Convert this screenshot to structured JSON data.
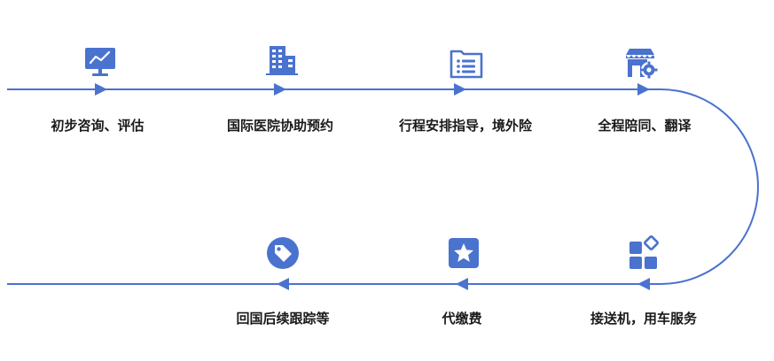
{
  "accent": "#4a72cf",
  "steps": [
    {
      "label": "初步咨询、评估",
      "icon": "monitor-chart-icon"
    },
    {
      "label": "国际医院协助预约",
      "icon": "buildings-icon"
    },
    {
      "label": "行程安排指导，境外险",
      "icon": "document-list-icon"
    },
    {
      "label": "全程陪同、翻译",
      "icon": "store-gear-icon"
    },
    {
      "label": "接送机，用车服务",
      "icon": "apps-grid-icon"
    },
    {
      "label": "代缴费",
      "icon": "star-badge-icon"
    },
    {
      "label": "回国后续跟踪等",
      "icon": "tag-icon"
    }
  ]
}
